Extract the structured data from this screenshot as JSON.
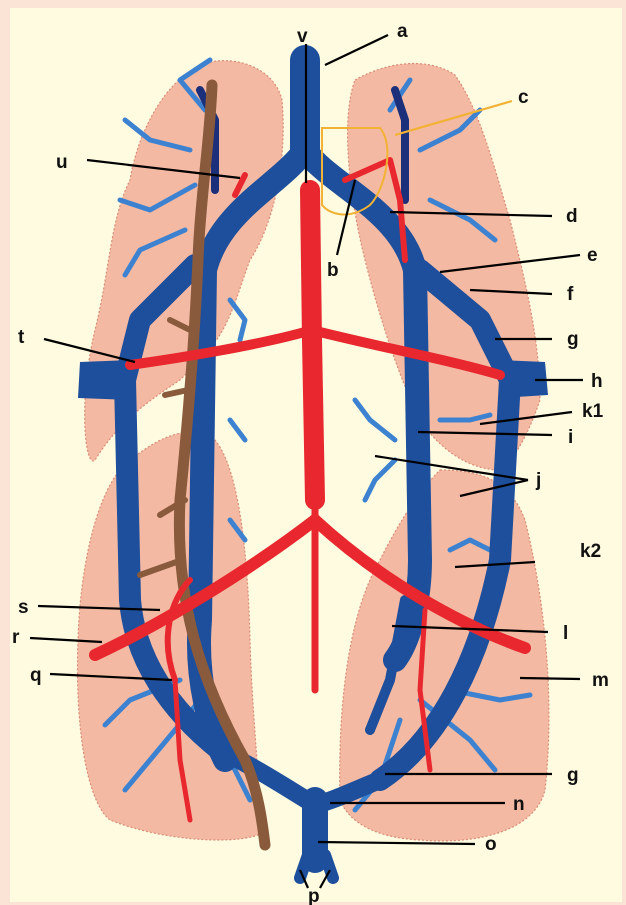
{
  "labels": {
    "a": "a",
    "b": "b",
    "c": "c",
    "d": "d",
    "e": "e",
    "f": "f",
    "g_upper": "g",
    "g_lower": "g",
    "h": "h",
    "i": "i",
    "j": "j",
    "k1": "k1",
    "k2": "k2",
    "l": "l",
    "m": "m",
    "n": "n",
    "o": "o",
    "p": "p",
    "q": "q",
    "r": "r",
    "s": "s",
    "t": "t",
    "u": "u",
    "v": "v"
  },
  "colors": {
    "page": "#fbe3d6",
    "panel": "#fefbe0",
    "lobe": "#f4b9a2",
    "lobe_edge": "#d98b78",
    "vessel_blue": "#1e4f9c",
    "vessel_dark": "#143f80",
    "branch_blue": "#3d82d0",
    "artery_red": "#e8282e",
    "nerve_brown": "#8a5a3c",
    "pointer_c": "#f2b233"
  }
}
